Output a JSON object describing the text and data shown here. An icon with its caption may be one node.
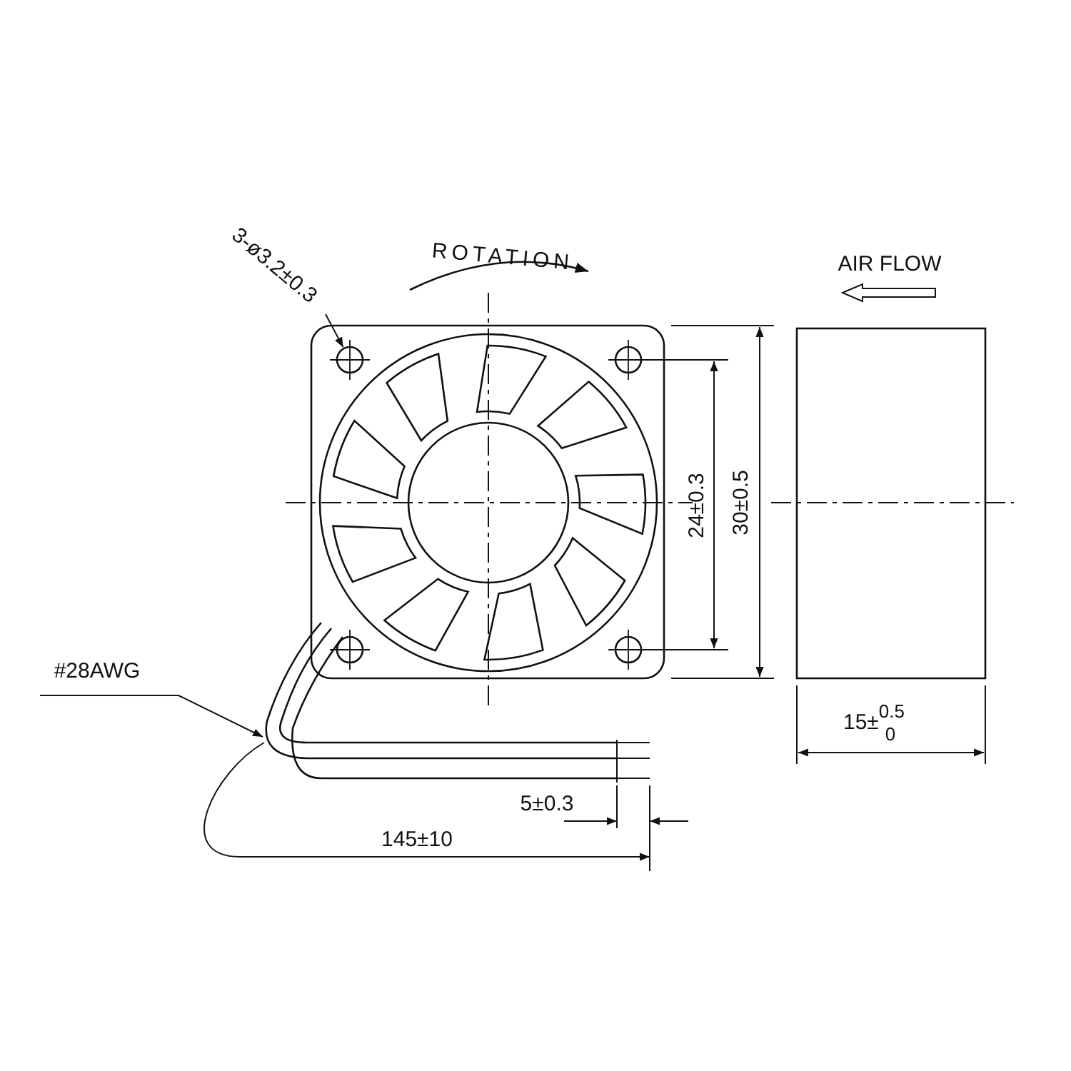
{
  "diagram": {
    "nodes": [
      {
        "text": [
          "3-ø3.2±0.3"
        ]
      },
      {
        "text": [],
        "shape": "circle"
      },
      {
        "text": [
          "#28AWG"
        ]
      }
    ],
    "edges": [
      {
        "from": 0,
        "to": 1,
        "arrow": "to"
      },
      {
        "from": 2,
        "to": null,
        "arrow": "to"
      }
    ],
    "labels": [
      "ROTATION",
      "AIR FLOW",
      "24±0.3",
      "30±0.5",
      "15±$^{0.5}$$_{0}$",
      "5±0.3",
      "145±10"
    ]
  }
}
